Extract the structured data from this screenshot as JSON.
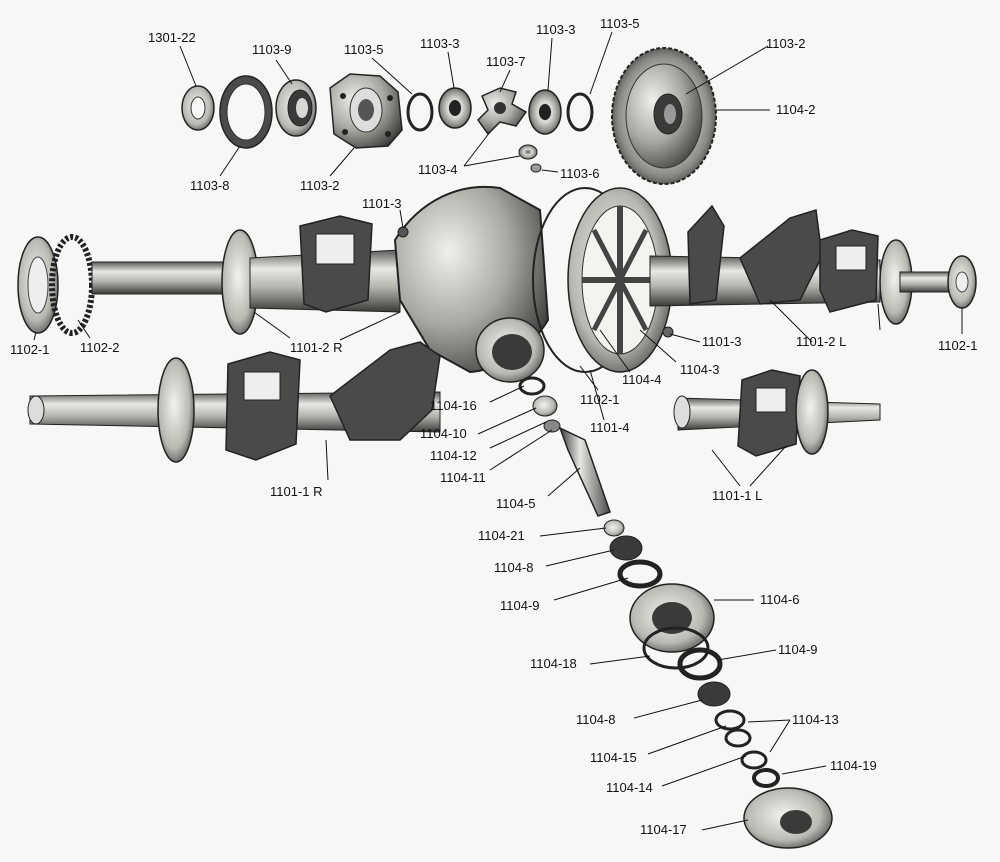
{
  "labels": {
    "l1301_22": "1301-22",
    "l1103_9": "1103-9",
    "l1103_5a": "1103-5",
    "l1103_3a": "1103-3",
    "l1103_7": "1103-7",
    "l1103_3b": "1103-3",
    "l1103_5b": "1103-5",
    "l1103_2a": "1103-2",
    "l1104_2": "1104-2",
    "l1103_8": "1103-8",
    "l1103_2b": "1103-2",
    "l1103_4": "1103-4",
    "l1103_6": "1103-6",
    "l1101_3a": "1101-3",
    "l1102_1a": "1102-1",
    "l1102_2": "1102-2",
    "l1101_2R": "1101-2 R",
    "l1101_3b": "1101-3",
    "l1101_2L": "1101-2 L",
    "l1102_1b": "1102-1",
    "l1104_4": "1104-4",
    "l1104_3": "1104-3",
    "l1102_1c": "1102-1",
    "l1101_4": "1101-4",
    "l1104_16": "1104-16",
    "l1104_10": "1104-10",
    "l1104_12": "1104-12",
    "l1104_11": "1104-11",
    "l1104_5": "1104-5",
    "l1101_1R": "1101-1 R",
    "l1101_1L": "1101-1 L",
    "l1104_21": "1104-21",
    "l1104_8a": "1104-8",
    "l1104_9a": "1104-9",
    "l1104_6": "1104-6",
    "l1104_18": "1104-18",
    "l1104_9b": "1104-9",
    "l1104_8b": "1104-8",
    "l1104_13": "1104-13",
    "l1104_15": "1104-15",
    "l1104_14": "1104-14",
    "l1104_19": "1104-19",
    "l1104_17": "1104-17"
  },
  "colors": {
    "metal_light": "#e6e6e2",
    "metal_mid": "#9a9a96",
    "metal_dark": "#2a2a2a",
    "ink": "#111111"
  }
}
